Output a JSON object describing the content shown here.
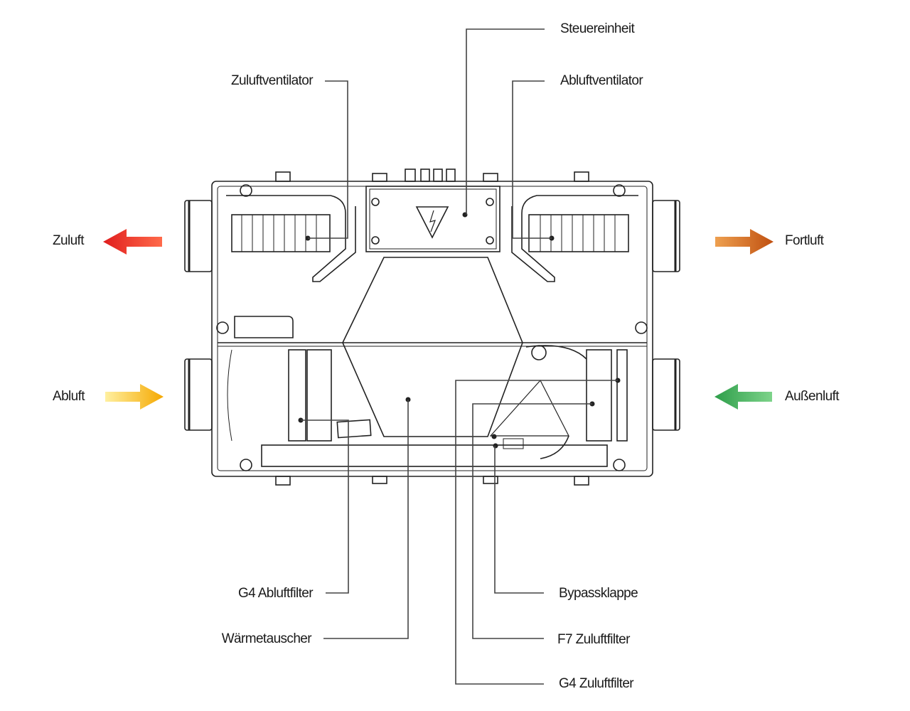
{
  "title": "Lüftungsgerät Komponentenübersicht",
  "labels": {
    "steuereinheit": "Steuereinheit",
    "zuluftventilator": "Zuluftventilator",
    "abluftventilator": "Abluftventilator",
    "zuluft": "Zuluft",
    "fortluft": "Fortluft",
    "abluft": "Abluft",
    "aussenluft": "Außenluft",
    "g4_abluftfilter": "G4 Abluftfilter",
    "waermetauscher": "Wärmetauscher",
    "bypassklappe": "Bypassklappe",
    "f7_zuluftfilter": "F7 Zuluftfilter",
    "g4_zuluftfilter": "G4 Zuluftfilter"
  },
  "arrows": {
    "zuluft": {
      "direction": "left",
      "color_from": "#ff5a3c",
      "color_to": "#e01e1e"
    },
    "fortluft": {
      "direction": "right",
      "color_from": "#e8913a",
      "color_to": "#c25a12"
    },
    "abluft": {
      "direction": "right",
      "color_from": "#ffe680",
      "color_to": "#f5a800"
    },
    "aussenluft": {
      "direction": "left",
      "color_from": "#6cc97a",
      "color_to": "#2e9e4a"
    }
  },
  "colors": {
    "line": "#222222",
    "leader": "#444444",
    "text": "#1a1a1a"
  }
}
